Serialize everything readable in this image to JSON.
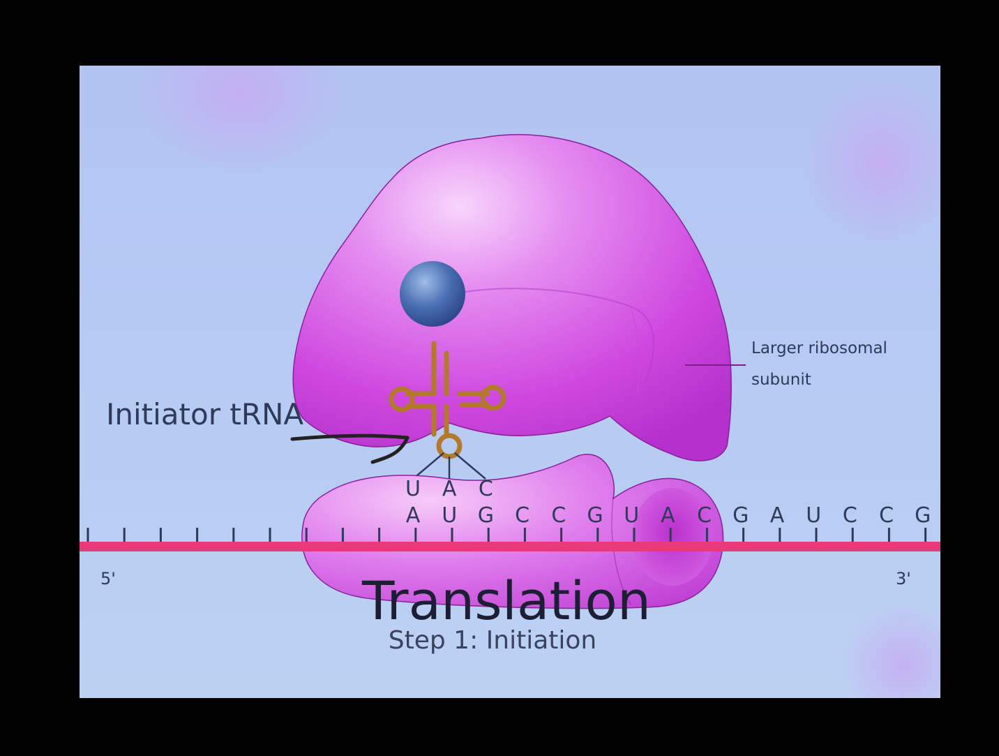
{
  "title": "Translation",
  "subtitle": "Step 1: Initiation",
  "labels": {
    "initiator_trna": "Initiator tRNA",
    "larger_subunit_line1": "Larger ribosomal",
    "larger_subunit_line2": "subunit",
    "five_prime": "5'",
    "three_prime": "3'"
  },
  "mrna": {
    "bases": [
      "A",
      "U",
      "G",
      "C",
      "C",
      "G",
      "U",
      "A",
      "C",
      "G",
      "A",
      "U",
      "C",
      "C",
      "G"
    ],
    "color": "#e8397a"
  },
  "trna": {
    "anticodon": [
      "U",
      "A",
      "C"
    ],
    "color": "#b27a2a"
  },
  "ribosome": {
    "color": "#d24fe0"
  },
  "amino_acid": {
    "color": "#3c5fa8"
  }
}
